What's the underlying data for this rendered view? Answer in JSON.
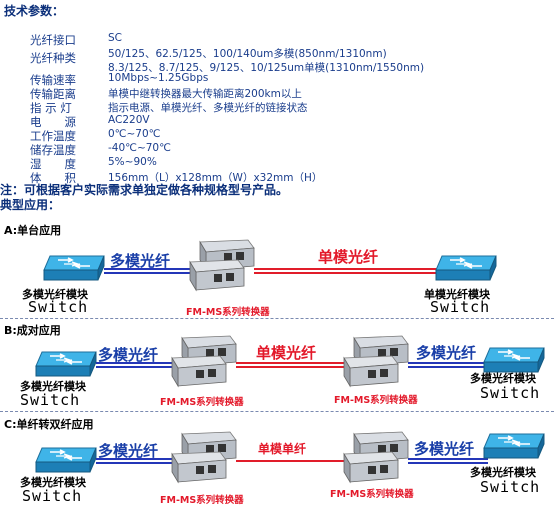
{
  "spec": {
    "title": "技术参数：",
    "rows": [
      {
        "label": "光纤接口",
        "value": "SC"
      },
      {
        "label": "光纤种类",
        "value": "50/125、62.5/125、100/140um多模(850nm/1310nm)",
        "value2": "8.3/125、8.7/125、9/125、10/125um单模(1310nm/1550nm)"
      },
      {
        "label": "传输速率",
        "value": "10Mbps~1.25Gbps"
      },
      {
        "label": "传输距离",
        "value": "单模中继转换器最大传输距离200km以上"
      },
      {
        "label": "指 示 灯",
        "value": "指示电源、单模光纤、多模光纤的链接状态"
      },
      {
        "label": "电　　源",
        "value": "AC220V"
      },
      {
        "label": "工作温度",
        "value": "0℃~70℃"
      },
      {
        "label": "储存温度",
        "value": "-40℃~70℃"
      },
      {
        "label": "湿　　度",
        "value": "5%~90%"
      },
      {
        "label": "体　　积",
        "value": "156mm（L）x128mm（W）x32mm（H）"
      }
    ],
    "note": "注：可根据客户实际需求单独定做各种规格型号产品。",
    "typical": "典型应用："
  },
  "sections": {
    "a": {
      "title": "A:单台应用",
      "left_link": "多模光纤",
      "right_link": "单模光纤",
      "left_module": "多模光纤模块",
      "right_module": "单模光纤模块",
      "left_switch": "Switch",
      "right_switch": "Switch",
      "converter": "FM-MS系列转换器"
    },
    "b": {
      "title": "B:成对应用",
      "left_link": "多模光纤",
      "mid_link": "单模光纤",
      "right_link": "多模光纤",
      "left_module": "多模光纤模块",
      "right_module": "多模光纤模块",
      "left_switch": "Switch",
      "right_switch": "Switch",
      "converter1": "FM-MS系列转换器",
      "converter2": "FM-MS系列转换器"
    },
    "c": {
      "title": "C:单纤转双纤应用",
      "left_link": "多模光纤",
      "mid_link": "单模单纤",
      "right_link": "多模光纤",
      "left_module": "多模光纤模块",
      "right_module": "多模光纤模块",
      "left_switch": "Switch",
      "right_switch": "Switch",
      "converter1": "FM-MS系列转换器",
      "converter2": "FM-MS系列转换器"
    }
  },
  "colors": {
    "blue_link": "#2436b8",
    "red_link": "#e11d2a",
    "switch_cyan": "#2aa6e0"
  }
}
